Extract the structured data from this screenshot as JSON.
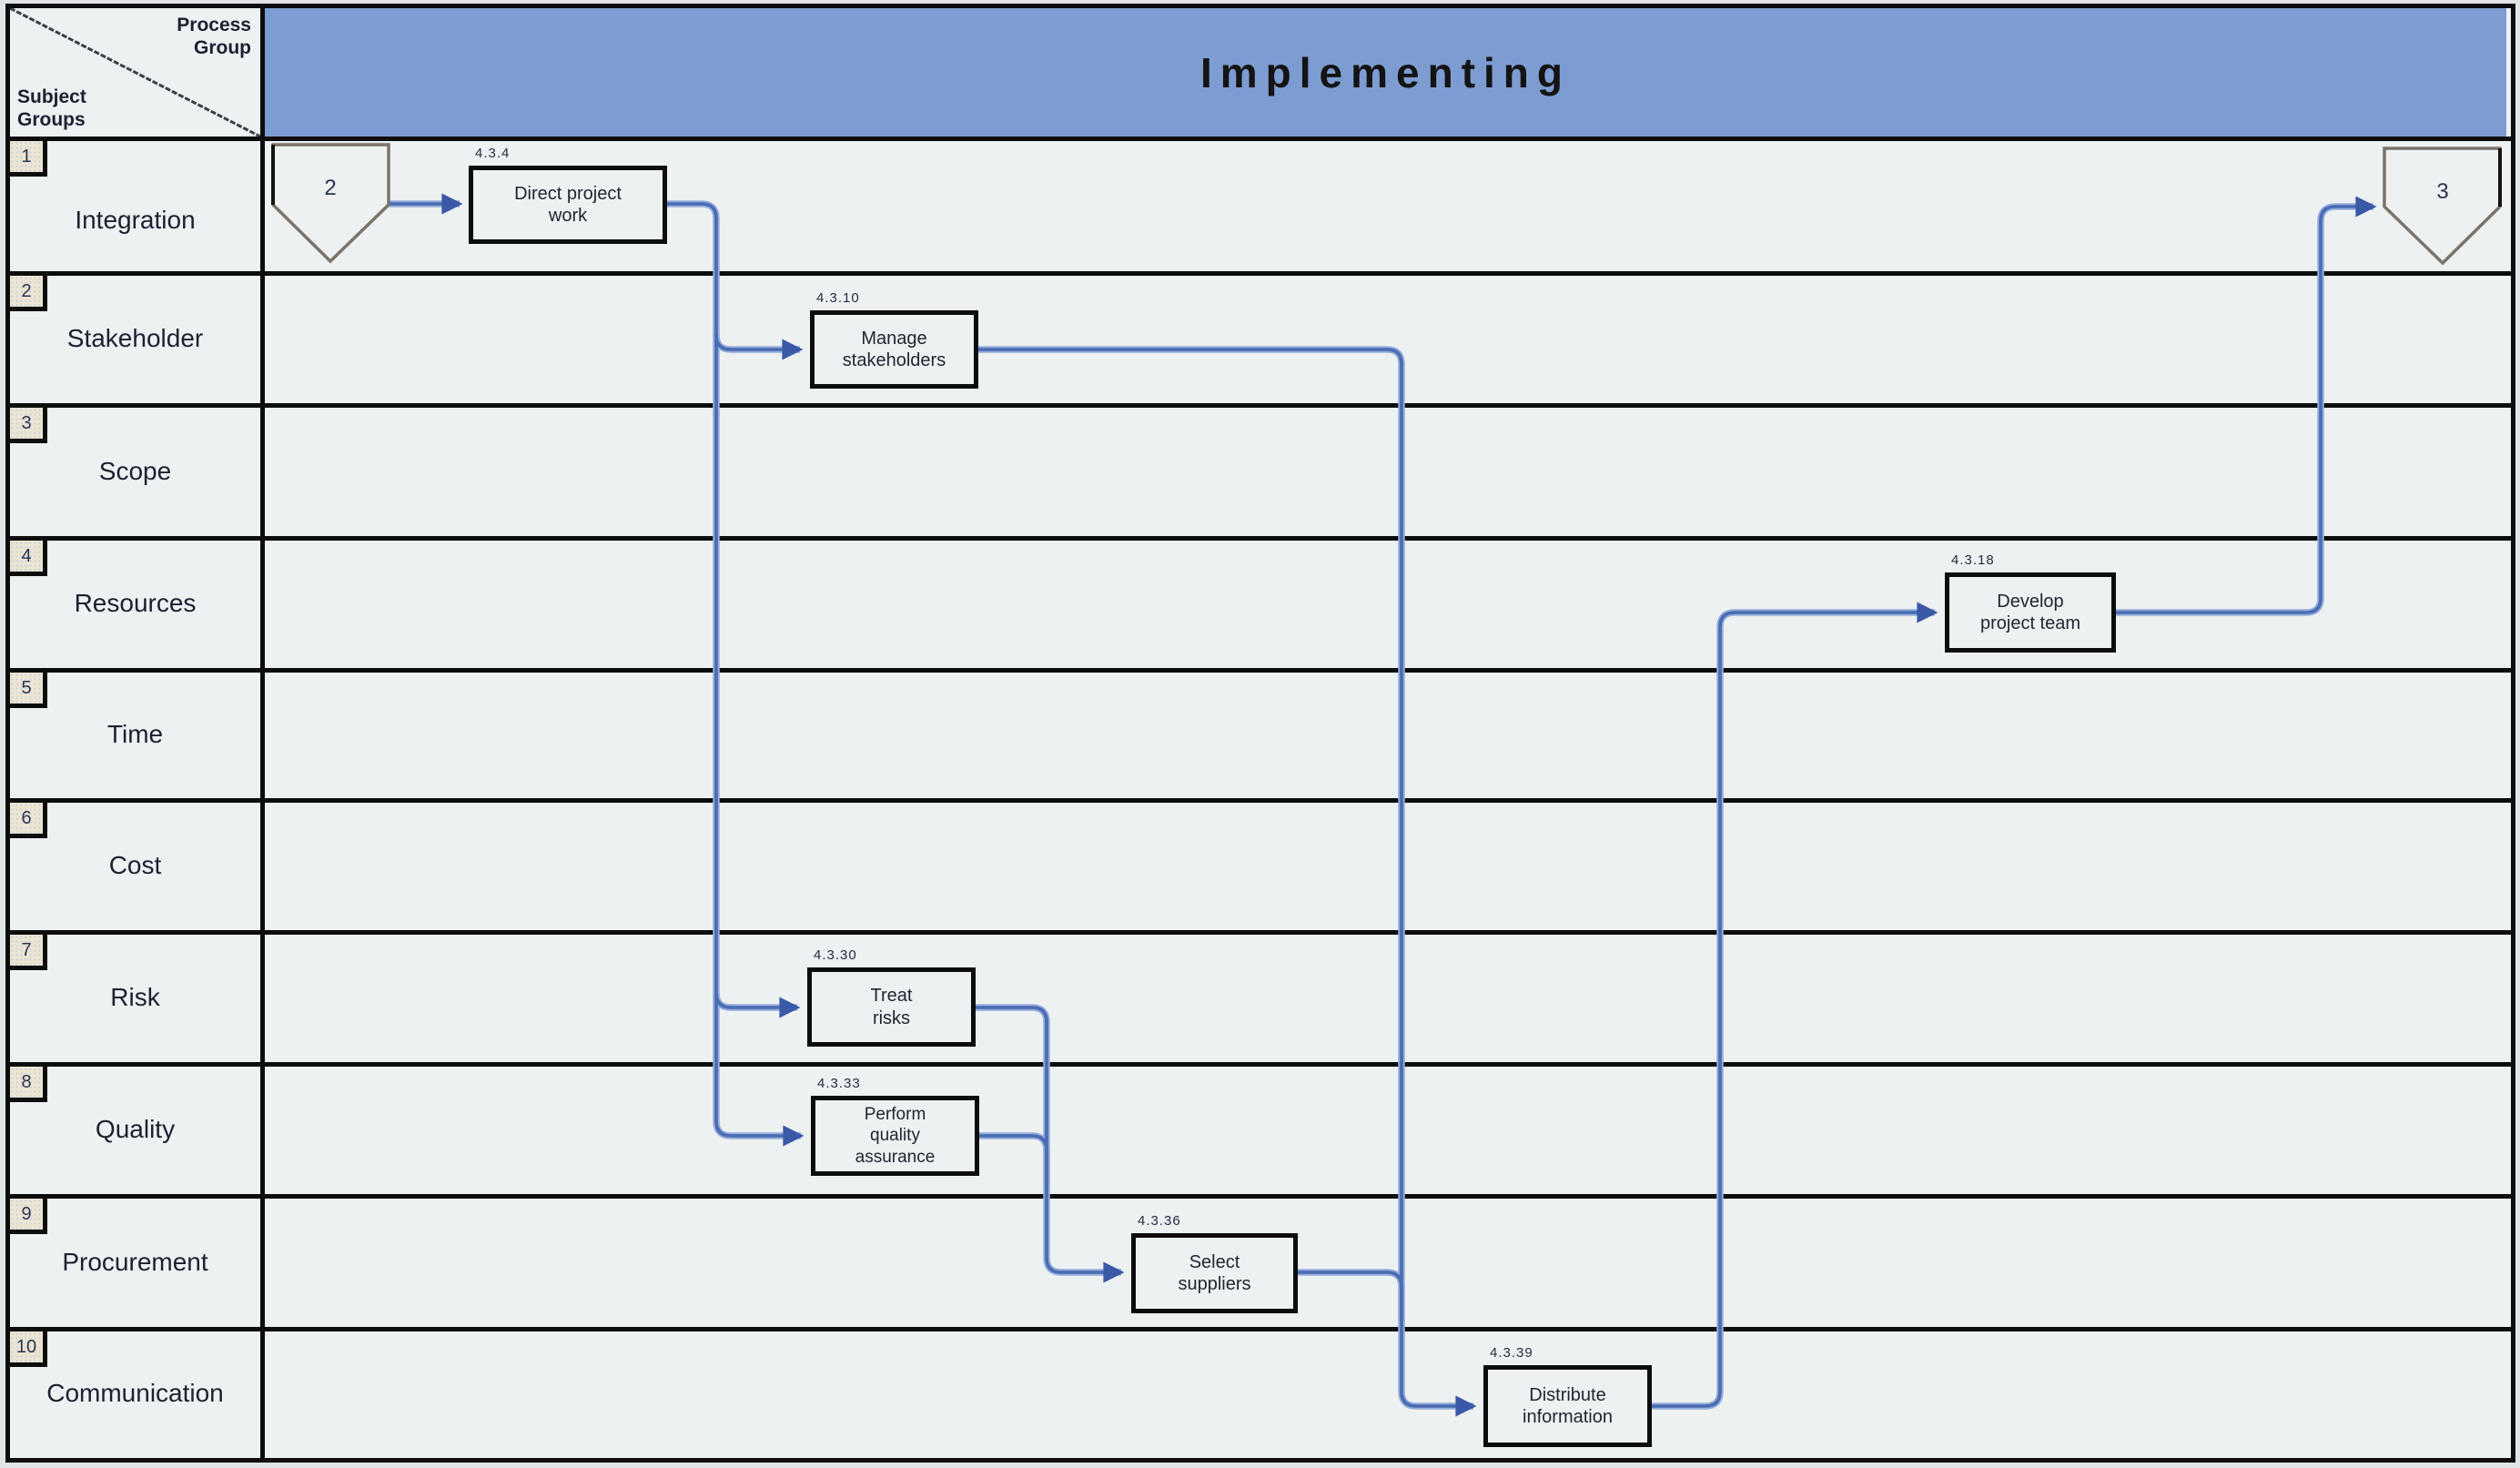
{
  "header": {
    "process_group": "Implementing"
  },
  "corner": {
    "top": "Process\nGroup",
    "bottom": "Subject\nGroups"
  },
  "subject_groups": [
    {
      "num": "1",
      "label": "Integration"
    },
    {
      "num": "2",
      "label": "Stakeholder"
    },
    {
      "num": "3",
      "label": "Scope"
    },
    {
      "num": "4",
      "label": "Resources"
    },
    {
      "num": "5",
      "label": "Time"
    },
    {
      "num": "6",
      "label": "Cost"
    },
    {
      "num": "7",
      "label": "Risk"
    },
    {
      "num": "8",
      "label": "Quality"
    },
    {
      "num": "9",
      "label": "Procurement"
    },
    {
      "num": "10",
      "label": "Communication"
    }
  ],
  "connectors": {
    "start": "2",
    "end": "3"
  },
  "processes": [
    {
      "code": "4.3.4",
      "label": "Direct project\nwork"
    },
    {
      "code": "4.3.10",
      "label": "Manage\nstakeholders"
    },
    {
      "code": "4.3.18",
      "label": "Develop\nproject team"
    },
    {
      "code": "4.3.30",
      "label": "Treat\nrisks"
    },
    {
      "code": "4.3.33",
      "label": "Perform\nquality\nassurance"
    },
    {
      "code": "4.3.36",
      "label": "Select\nsuppliers"
    },
    {
      "code": "4.3.39",
      "label": "Distribute\ninformation"
    }
  ],
  "colors": {
    "header_bg": "#7d9cd2",
    "cell_bg": "#edf1f2",
    "grid": "#0d0d0d",
    "connector_core": "#4a6cb4",
    "connector_halo": "#94acd9",
    "arrowhead": "#3a59a6"
  }
}
